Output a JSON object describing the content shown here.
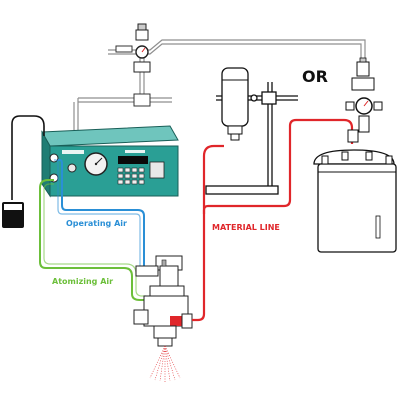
{
  "labels": {
    "operating_air": "Operating Air",
    "atomizing_air": "Atomizing Air",
    "material_line": "MATERIAL LINE",
    "or": "OR"
  },
  "colors": {
    "operating_air": "#2a8fd6",
    "atomizing_air": "#6cbf3a",
    "material_line": "#e0262a",
    "main_air": "#9a9a9a",
    "controller_body": "#2a9f95"
  },
  "icons": {
    "controller": "dispense-controller-icon",
    "foot_pedal": "foot-pedal-icon",
    "regulator": "regulator-gauge-icon",
    "syringe_reservoir": "syringe-reservoir-icon",
    "pressure_tank": "pressure-tank-icon",
    "spray_valve": "spray-valve-icon"
  }
}
